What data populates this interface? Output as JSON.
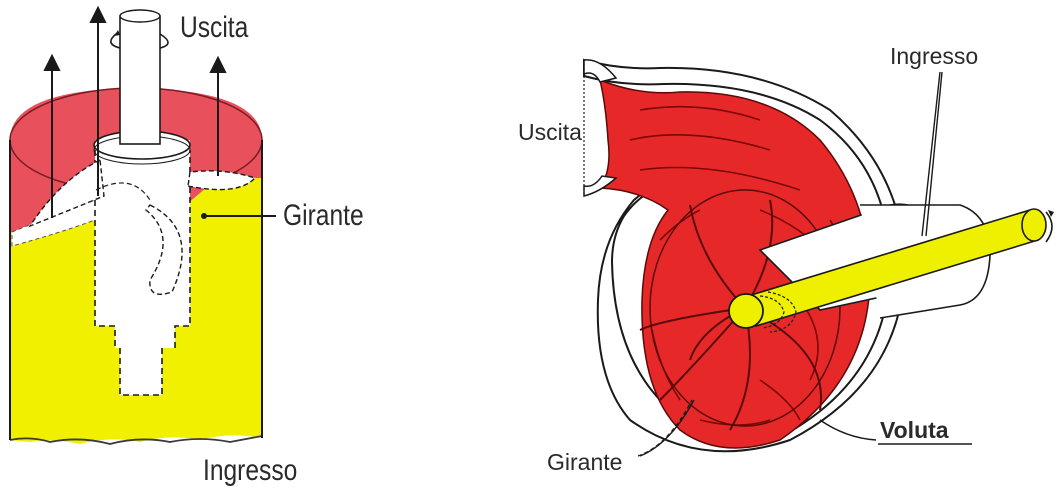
{
  "left_diagram": {
    "label_outlet": "Uscita",
    "label_impeller": "Girante",
    "label_inlet": "Ingresso"
  },
  "right_diagram": {
    "label_outlet": "Uscita",
    "label_inlet": "Ingresso",
    "label_impeller": "Girante",
    "label_volute": "Voluta"
  },
  "colors": {
    "fluid_top": "#e8505c",
    "fluid_bottom": "#f0f000",
    "volute_red": "#e62828",
    "shaft_yellow": "#eef000",
    "outline": "#1a1a1a"
  }
}
